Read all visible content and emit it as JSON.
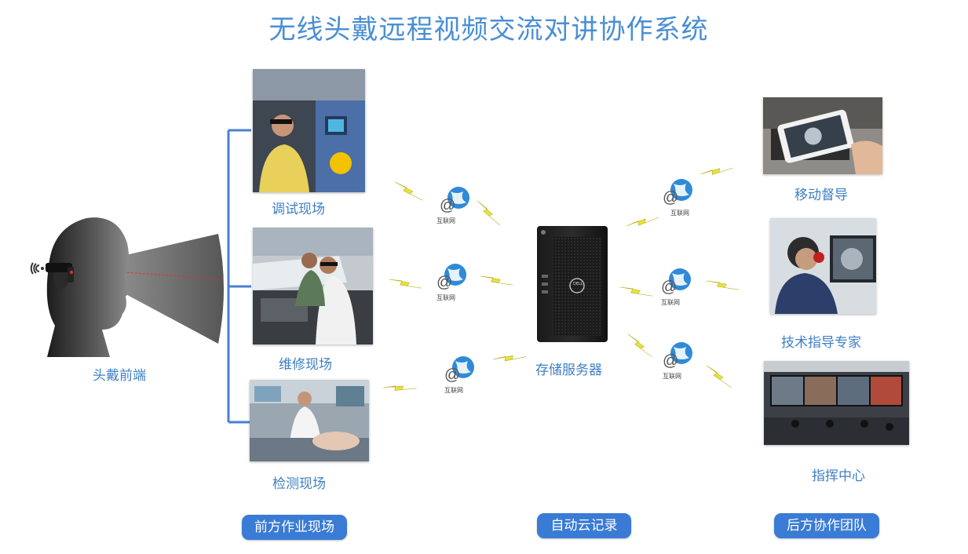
{
  "title": "无线头戴远程视频交流对讲协作系统",
  "headset": {
    "label": "头戴前端"
  },
  "front_sites": [
    {
      "label": "调试现场"
    },
    {
      "label": "维修现场"
    },
    {
      "label": "检测现场"
    }
  ],
  "server": {
    "label": "存储服务器",
    "brand": "DELL"
  },
  "remote_sites": [
    {
      "label": "移动督导"
    },
    {
      "label": "技术指导专家"
    },
    {
      "label": "指挥中心"
    }
  ],
  "internet_label": "互联网",
  "groups": {
    "front": "前方作业现场",
    "cloud": "自动云记录",
    "back": "后方协作团队"
  },
  "colors": {
    "title": "#4a8fd4",
    "label": "#3f7fc4",
    "pill": "#3a7bd5",
    "lightning": "#e8e23a",
    "bracket": "#4a7fd0"
  },
  "icons": [
    "wifi-signal-icon",
    "internet-globe-icon",
    "lightning-bolt-icon",
    "server-tower-icon"
  ]
}
